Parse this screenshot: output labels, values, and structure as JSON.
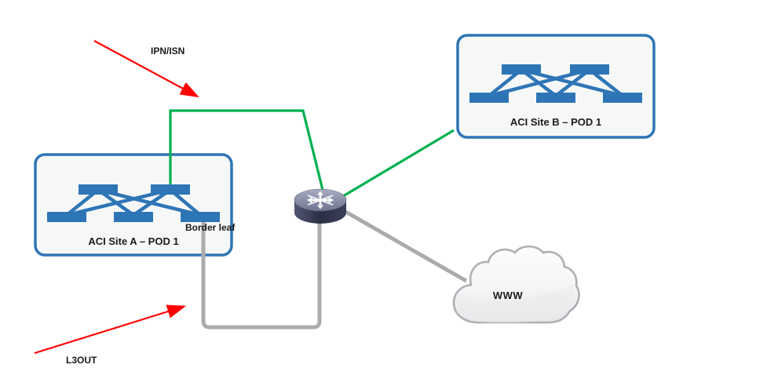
{
  "labels": {
    "ipn_isn": "IPN/ISN",
    "border_leaf": "Border leaf",
    "l3out": "L3OUT",
    "www": "WWW"
  },
  "sites": [
    {
      "name": "ACI Site A – POD 1"
    },
    {
      "name": "ACI Site B – POD 1"
    }
  ],
  "icons": {
    "router": "router-icon",
    "cloud": "www-cloud-icon",
    "arrows": [
      "ipn-annotation-arrow",
      "l3out-annotation-arrow"
    ]
  },
  "colors": {
    "node_blue": "#2E75B6",
    "box_border": "#2E75B6",
    "box_fill": "#F6F8F8",
    "link_green": "#00B050",
    "link_gray": "#ABABAB",
    "arrow_red": "#FF0000",
    "router_body": "#343850",
    "router_top": "#8B90A9",
    "cloud_fill": "#F2F3F4"
  }
}
